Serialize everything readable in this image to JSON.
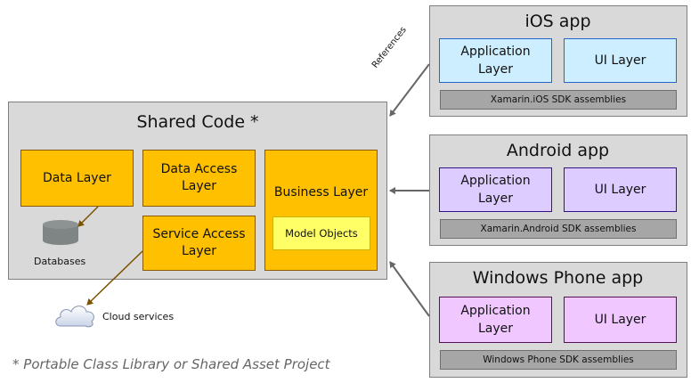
{
  "shared_code": {
    "title": "Shared Code *",
    "data_layer": "Data Layer",
    "data_access_layer": [
      "Data Access",
      "Layer"
    ],
    "service_access_layer": [
      "Service Access",
      "Layer"
    ],
    "business_layer": "Business Layer",
    "model_objects": "Model Objects",
    "databases_label": "Databases"
  },
  "cloud_label": "Cloud services",
  "references_label": "References",
  "footnote": "* Portable Class Library or Shared Asset Project",
  "apps": [
    {
      "title": "iOS app",
      "app_layer": [
        "Application",
        "Layer"
      ],
      "ui_layer": "UI Layer",
      "sdk": "Xamarin.iOS SDK assemblies"
    },
    {
      "title": "Android app",
      "app_layer": [
        "Application",
        "Layer"
      ],
      "ui_layer": "UI Layer",
      "sdk": "Xamarin.Android SDK assemblies"
    },
    {
      "title": "Windows Phone app",
      "app_layer": [
        "Application",
        "Layer"
      ],
      "ui_layer": "UI Layer",
      "sdk": "Windows Phone SDK assemblies"
    }
  ],
  "colors": {
    "layer_orange": "#ffc000",
    "model_yellow": "#ffff66",
    "ios_blue": "#cceeff",
    "android_purple": "#ddccff",
    "winphone_pink": "#f0c8ff",
    "sdk_gray": "#a6a6a6",
    "panel_gray": "#d9d9d9"
  }
}
